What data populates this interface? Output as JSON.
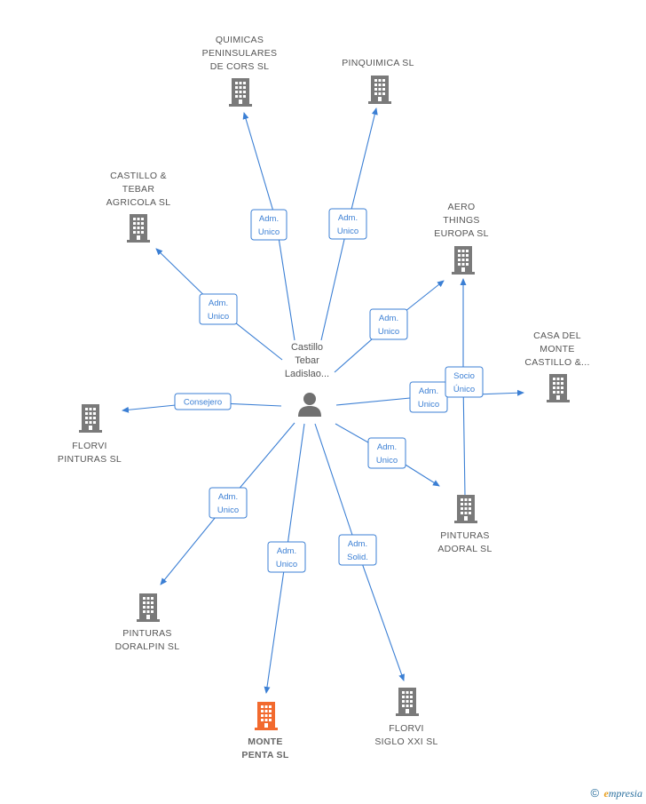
{
  "center": {
    "name": "Castillo\nTebar\nLadislao..."
  },
  "companies": [
    {
      "id": "quimicas",
      "name": "QUIMICAS\nPENINSULARES\nDE CORS  SL",
      "highlight": false
    },
    {
      "id": "pinquimica",
      "name": "PINQUIMICA SL",
      "highlight": false
    },
    {
      "id": "castillo-tebar",
      "name": "CASTILLO &\nTEBAR\nAGRICOLA  SL",
      "highlight": false
    },
    {
      "id": "aero",
      "name": "AERO\nTHINGS\nEUROPA  SL",
      "highlight": false
    },
    {
      "id": "casa-monte",
      "name": "CASA DEL\nMONTE\nCASTILLO &...",
      "highlight": false
    },
    {
      "id": "florvi-pinturas",
      "name": "FLORVI\nPINTURAS SL",
      "highlight": false
    },
    {
      "id": "pinturas-adoral",
      "name": "PINTURAS\nADORAL SL",
      "highlight": false
    },
    {
      "id": "pinturas-doralpin",
      "name": "PINTURAS\nDORALPIN  SL",
      "highlight": false
    },
    {
      "id": "monte-penta",
      "name": "MONTE\nPENTA  SL",
      "highlight": true
    },
    {
      "id": "florvi-siglo",
      "name": "FLORVI\nSIGLO XXI  SL",
      "highlight": false
    }
  ],
  "edges": [
    {
      "to": "quimicas",
      "label": [
        "Adm.",
        "Unico"
      ]
    },
    {
      "to": "pinquimica",
      "label": [
        "Adm.",
        "Unico"
      ]
    },
    {
      "to": "castillo-tebar",
      "label": [
        "Adm.",
        "Unico"
      ]
    },
    {
      "to": "aero",
      "label": [
        "Adm.",
        "Unico"
      ]
    },
    {
      "to": "casa-monte",
      "label": [
        "Adm.",
        "Unico"
      ]
    },
    {
      "from": "pinturas-adoral",
      "to": "aero",
      "label": [
        "Socio",
        "Único"
      ]
    },
    {
      "to": "florvi-pinturas",
      "label": [
        "Consejero"
      ]
    },
    {
      "to": "pinturas-adoral",
      "label": [
        "Adm.",
        "Unico"
      ]
    },
    {
      "to": "pinturas-doralpin",
      "label": [
        "Adm.",
        "Unico"
      ]
    },
    {
      "to": "monte-penta",
      "label": [
        "Adm.",
        "Unico"
      ]
    },
    {
      "to": "florvi-siglo",
      "label": [
        "Adm.",
        "Solid."
      ]
    }
  ],
  "colors": {
    "edge": "#3b7fd4",
    "building": "#7a7a7a",
    "highlight": "#f26a2e",
    "person": "#707070"
  },
  "footer": {
    "copyright": "©",
    "brand_initial": "e",
    "brand_rest": "mpresia"
  }
}
